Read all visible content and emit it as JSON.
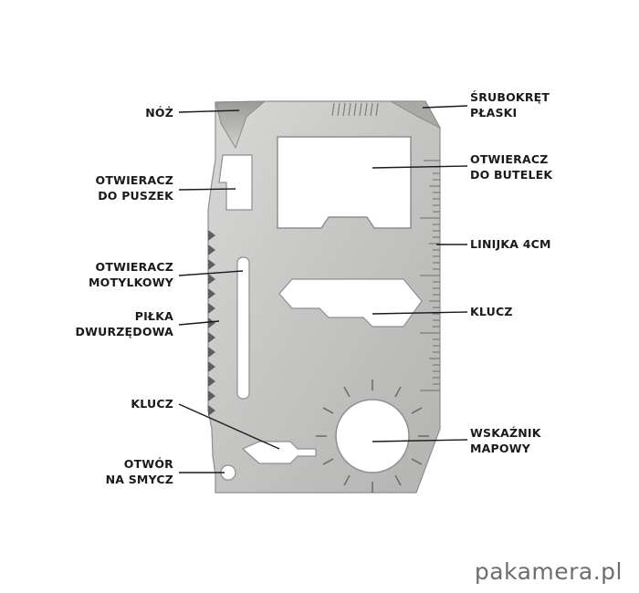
{
  "labels": {
    "noz": [
      "NÓŻ"
    ],
    "otwieracz_puszek": [
      "OTWIERACZ",
      "DO PUSZEK"
    ],
    "otwieracz_motylkowy": [
      "OTWIERACZ",
      "MOTYLKOWY"
    ],
    "pilka": [
      "PIŁKA",
      "DWURZĘDOWA"
    ],
    "klucz_left": [
      "KLUCZ"
    ],
    "otwor": [
      "OTWÓR",
      "NA SMYCZ"
    ],
    "srubokret": [
      "ŚRUBOKRĘT",
      "PŁASKI"
    ],
    "otwieracz_butelek": [
      "OTWIERACZ",
      "DO BUTELEK"
    ],
    "linijka": [
      "LINIJKA 4CM"
    ],
    "klucz_right": [
      "KLUCZ"
    ],
    "wskaznik": [
      "WSKAŹNIK",
      "MAPOWY"
    ]
  },
  "watermark": "pakamera.pl",
  "colors": {
    "steel": "#c9c9c7",
    "steel_dark": "#8e8e8c",
    "text": "#1a1a1a",
    "watermark": "#6e6e6e"
  }
}
